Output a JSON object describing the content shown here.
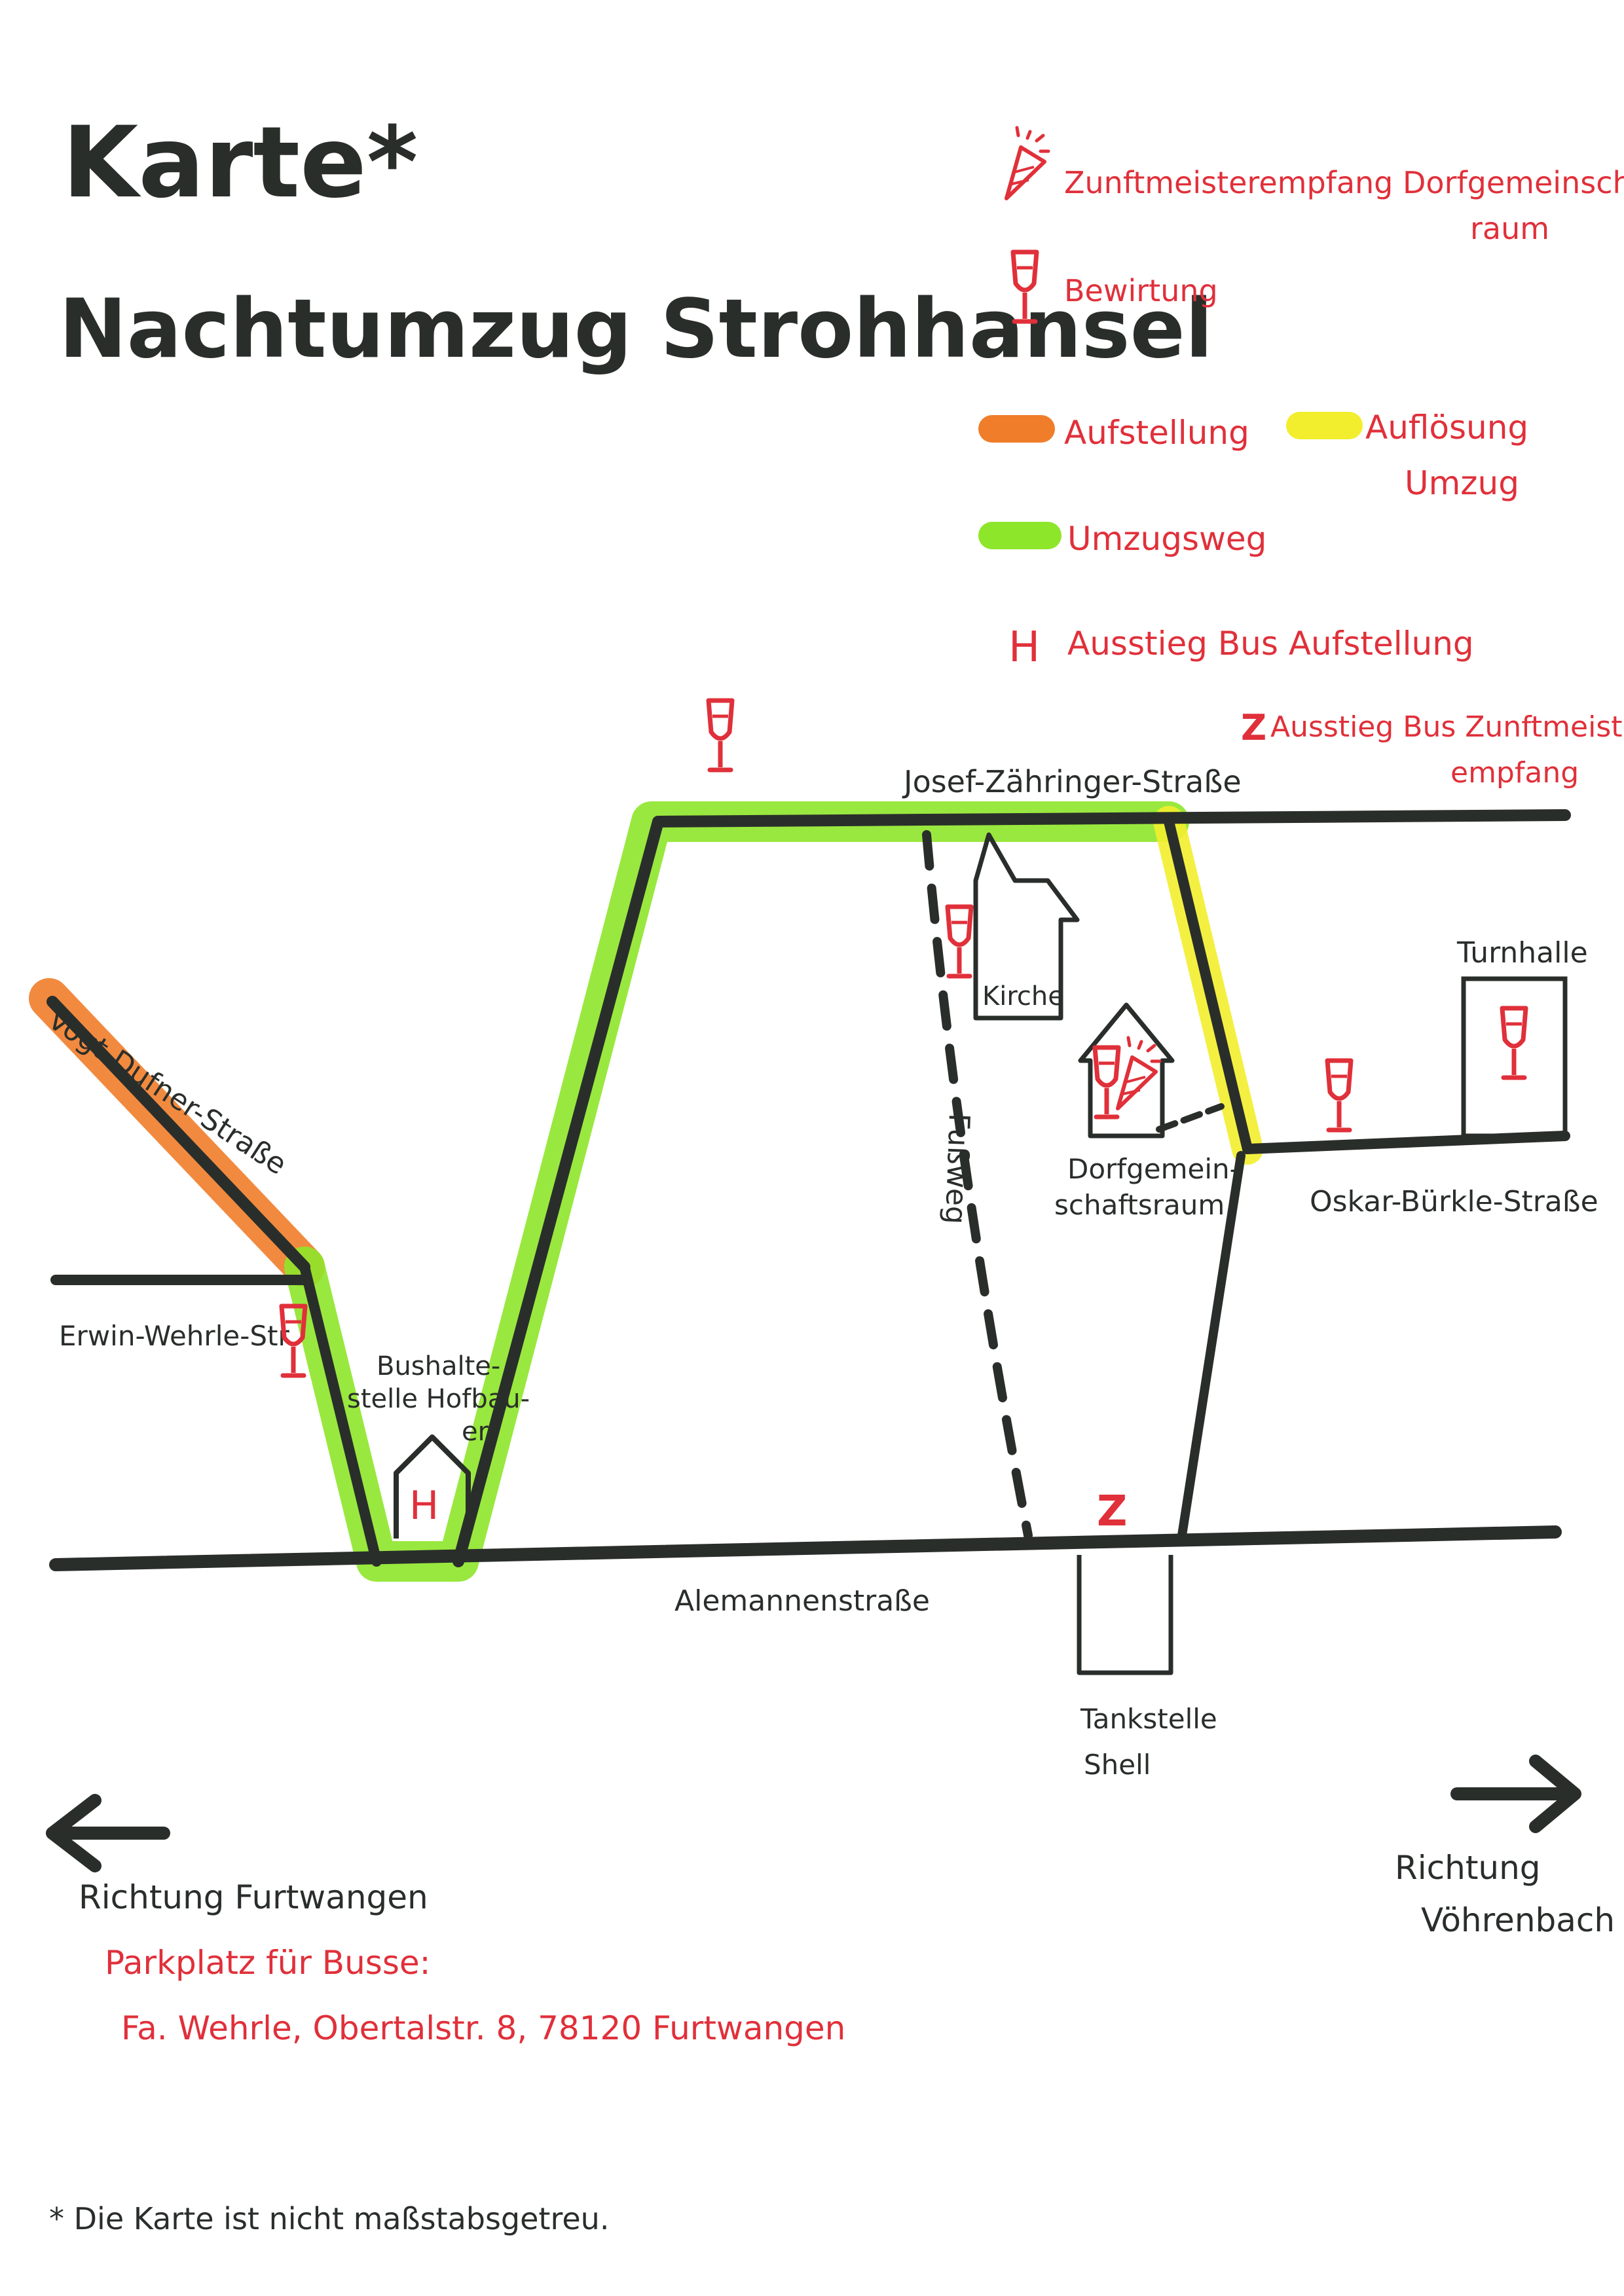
{
  "title": {
    "line1": "Karte*",
    "line2": "Nachtumzug Strohhansel"
  },
  "colors": {
    "road": "#2a2e2b",
    "route": "#8ee62a",
    "assembly": "#f07d2a",
    "dissolution": "#f2ee2e",
    "legend_text": "#e0303a",
    "text": "#2a2e2b"
  },
  "legend": {
    "reception_icon": "confetti-cone-icon",
    "reception_label": "Zunftmeisterempfang Dorfgemeinschafts-",
    "reception_label_2": "raum",
    "catering_icon": "wine-glass-icon",
    "catering_label": "Bewirtung",
    "assembly_label": "Aufstellung",
    "dissolution_label_1": "Auflösung",
    "dissolution_label_2": "Umzug",
    "route_label": "Umzugsweg",
    "bus_h_symbol": "H",
    "bus_h_label": "Ausstieg Bus Aufstellung",
    "bus_z_symbol": "Z",
    "bus_z_label_1": "Ausstieg Bus Zunftmeister-",
    "bus_z_label_2": "empfang"
  },
  "streets": {
    "josef": "Josef-Zähringer-Straße",
    "vogt": "Vogt-Dufner-Straße",
    "erwin": "Erwin-Wehrle-Str.",
    "alemannen": "Alemannenstraße",
    "oskar": "Oskar-Bürkle-Straße",
    "fussweg": "Fußweg"
  },
  "places": {
    "bus_stop_1": "Bushalte-",
    "bus_stop_2": "stelle Hofbau-",
    "bus_stop_3": "er",
    "bus_stop_symbol": "H",
    "kirche": "Kirche",
    "dorf_1": "Dorfgemein-",
    "dorf_2": "schaftsraum",
    "turnhalle": "Turnhalle",
    "tank_1": "Tankstelle",
    "tank_2": "Shell",
    "z_marker": "Z"
  },
  "directions": {
    "left": "Richtung Furtwangen",
    "right_1": "Richtung",
    "right_2": "Vöhrenbach"
  },
  "parking": {
    "label": "Parkplatz für Busse:",
    "address": "Fa. Wehrle, Obertalstr. 8, 78120 Furtwangen"
  },
  "footnote": "* Die Karte ist nicht maßstabsgetreu."
}
